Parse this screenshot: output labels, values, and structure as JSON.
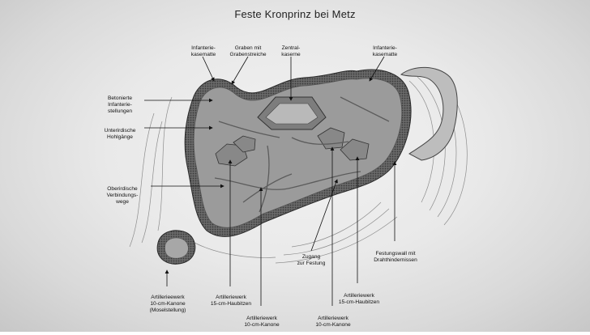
{
  "title": "Feste Kronprinz bei Metz",
  "labels": {
    "infanteriekasematte_left": [
      "Infanterie-",
      "kasematte"
    ],
    "graben": [
      "Graben mit",
      "Grabenstreiche"
    ],
    "zentralkaserne": [
      "Zentral-",
      "kaserne"
    ],
    "infanteriekasematte_right": [
      "Infanterie-",
      "kasematte"
    ],
    "betonierte": [
      "Betonierte",
      "Infanterie-",
      "stellungen"
    ],
    "hohlgaenge": [
      "Unterirdische",
      "Hohlgänge"
    ],
    "verbindungswege": [
      "Oberirdische",
      "Verbindungs-",
      "wege"
    ],
    "zugang": [
      "Zugang",
      "zur Festung"
    ],
    "festungswall": [
      "Festungswall mit",
      "Drahthindernissen"
    ],
    "artillerie_mosel": [
      "Artillerieewerk",
      "10-cm-Kanone",
      "(Moselstellung)"
    ],
    "artillerie_15_left": [
      "Artilleriewerk",
      "15-cm-Haubitzen"
    ],
    "artillerie_10_mid": [
      "Artilleriewerk",
      "10-cm-Kanone"
    ],
    "artillerie_10_right": [
      "Artilleriewerk",
      "10-cm-Kanone"
    ],
    "artillerie_15_right": [
      "Artilleriewerk",
      "15-cm-Haubitzen"
    ]
  }
}
